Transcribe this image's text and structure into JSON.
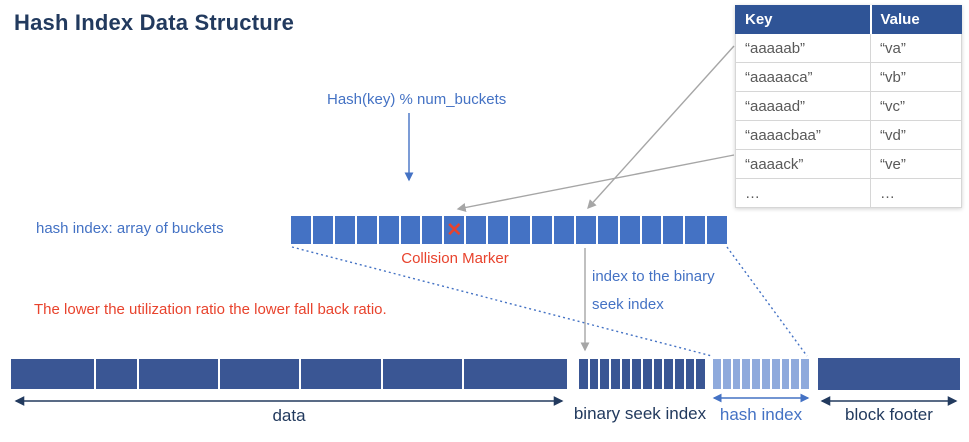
{
  "title": "Hash Index Data Structure",
  "labels": {
    "hash_formula": "Hash(key) % num_buckets",
    "hash_index_array": "hash index: array of buckets",
    "collision_marker": "Collision Marker",
    "collision_x": "✕",
    "utilization_note": "The lower the utilization ratio the lower fall back ratio.",
    "index_to_binary_line1": "index to the binary",
    "index_to_binary_line2": "seek index",
    "data": "data",
    "binary_seek_index": "binary seek index",
    "hash_index": "hash index",
    "block_footer": "block footer"
  },
  "table": {
    "headers": [
      "Key",
      "Value"
    ],
    "rows": [
      [
        "“aaaaab”",
        "“va”"
      ],
      [
        "“aaaaaca”",
        "“vb”"
      ],
      [
        "“aaaaad”",
        "“vc”"
      ],
      [
        "“aaaacbaa”",
        "“vd”"
      ],
      [
        "“aaaack”",
        "“ve”"
      ],
      [
        "…",
        "…"
      ]
    ]
  },
  "colors": {
    "navy": "#223a5e",
    "blue": "#4472c4",
    "red": "#e8432d",
    "gray-arrow": "#a6a6a6",
    "bucket-blue": "#4472c4",
    "bar-dark": "#3a5694",
    "bar-light": "#8faadc",
    "table-header-bg": "#2f5496",
    "table-border": "#d6d6d6",
    "table-text": "#595959"
  }
}
